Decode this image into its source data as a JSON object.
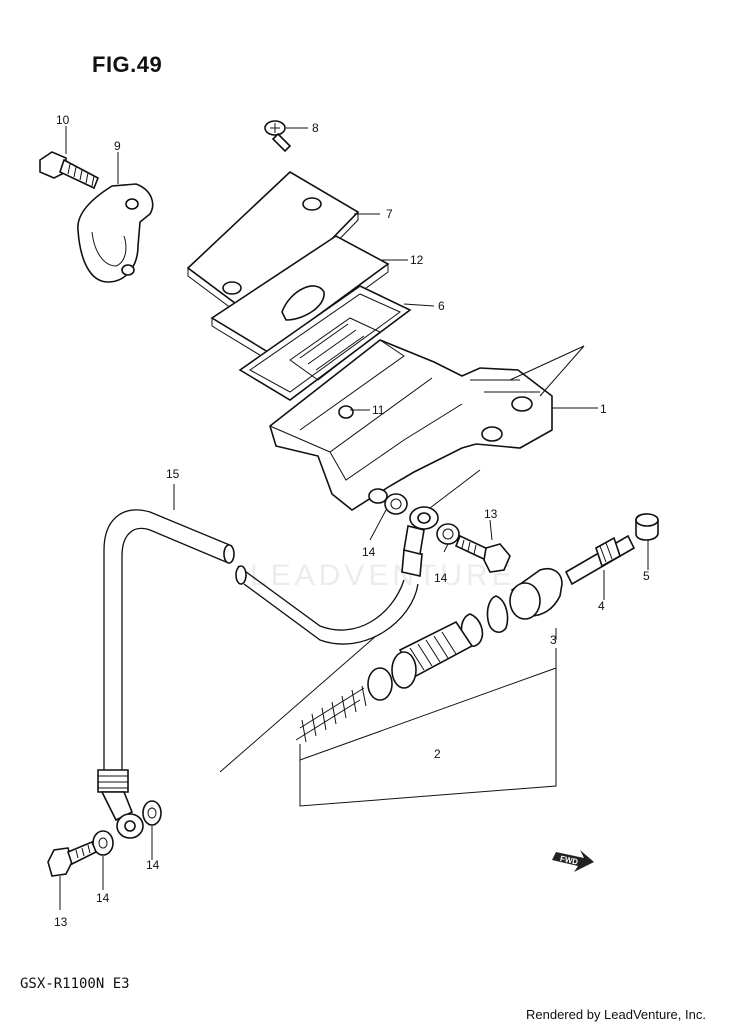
{
  "figure": {
    "title": "FIG.49",
    "model": "GSX-R1100N E3",
    "credit": "Rendered by LeadVenture, Inc.",
    "watermark": "LEADVENTURE",
    "fwd_label": "FWD"
  },
  "callouts": {
    "p1": "1",
    "p2": "2",
    "p3": "3",
    "p4": "4",
    "p5": "5",
    "p6": "6",
    "p7": "7",
    "p8": "8",
    "p9": "9",
    "p10": "10",
    "p11": "11",
    "p12": "12",
    "p13a": "13",
    "p13b": "13",
    "p14a": "14",
    "p14b": "14",
    "p14c": "14",
    "p14d": "14",
    "p15": "15"
  }
}
